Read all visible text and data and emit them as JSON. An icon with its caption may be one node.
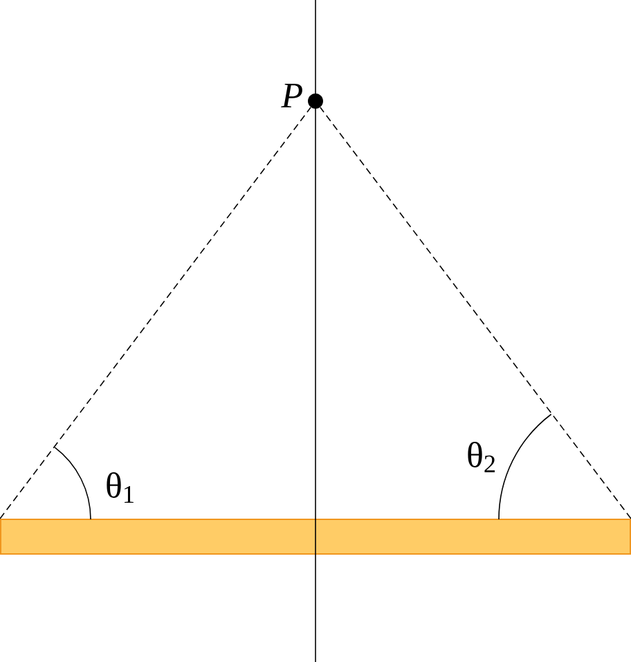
{
  "diagram": {
    "nodes": [
      {
        "text": [],
        "shape": "circle",
        "beside": [
          "P"
        ]
      },
      {
        "text": [],
        "shape": "bar"
      }
    ],
    "edges": [
      {
        "from": 1,
        "to": 0,
        "arrow": "none",
        "style": "dashed"
      },
      {
        "from": 1,
        "to": 0,
        "arrow": "none",
        "style": "dashed"
      }
    ],
    "labels": [
      "θ$_{1}$",
      "θ$_{2}$"
    ]
  }
}
